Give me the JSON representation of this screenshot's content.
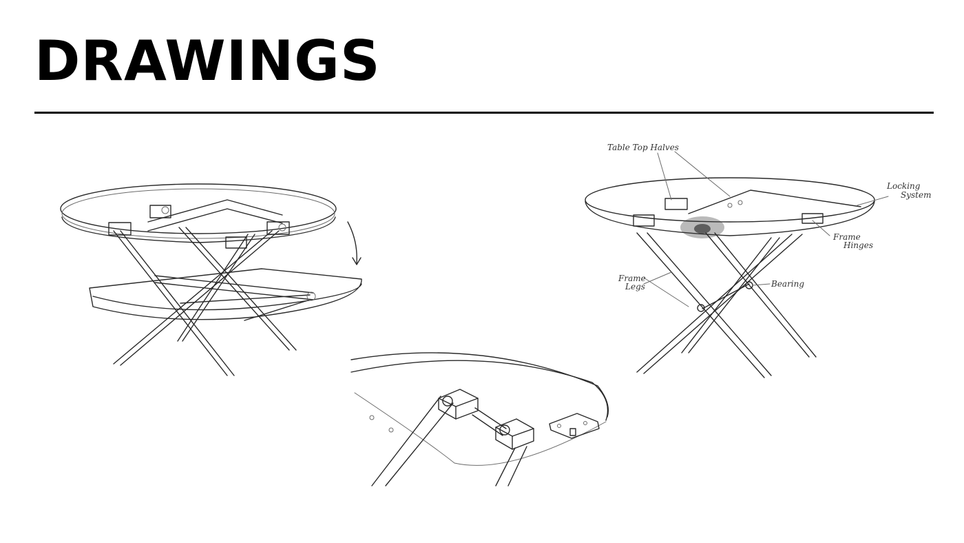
{
  "page": {
    "title": "DRAWINGS"
  },
  "annotations": {
    "table_top_halves": "Table Top Halves",
    "locking_system_1": "Locking",
    "locking_system_2": "System",
    "frame_hinges_1": "Frame",
    "frame_hinges_2": "Hinges",
    "frame_legs_1": "Frame",
    "frame_legs_2": "Legs",
    "bearing": "Bearing"
  }
}
